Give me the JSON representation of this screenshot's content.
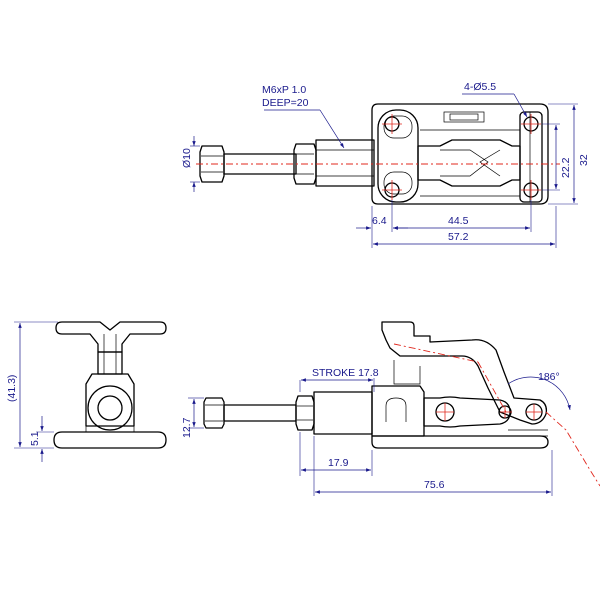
{
  "top_view": {
    "thread_label_1": "M6xP 1.0",
    "thread_label_2": "DEEP=20",
    "hole_label": "4-Ø5.5",
    "dia_label": "Ø10",
    "dims": {
      "d_6_4": "6.4",
      "d_44_5": "44.5",
      "d_57_2": "57.2",
      "d_22_2": "22.2",
      "d_32": "32"
    }
  },
  "front_view": {
    "dims": {
      "d_41_3": "(41.3)",
      "d_5_1": "5.1"
    }
  },
  "side_view": {
    "stroke_label": "STROKE 17.8",
    "angle_label": "186°",
    "dims": {
      "d_12_7": "12.7",
      "d_17_9": "17.9",
      "d_75_6": "75.6"
    }
  },
  "colors": {
    "outline": "#000000",
    "dimension": "#1a1a8c",
    "centerline": "#e0281e"
  }
}
